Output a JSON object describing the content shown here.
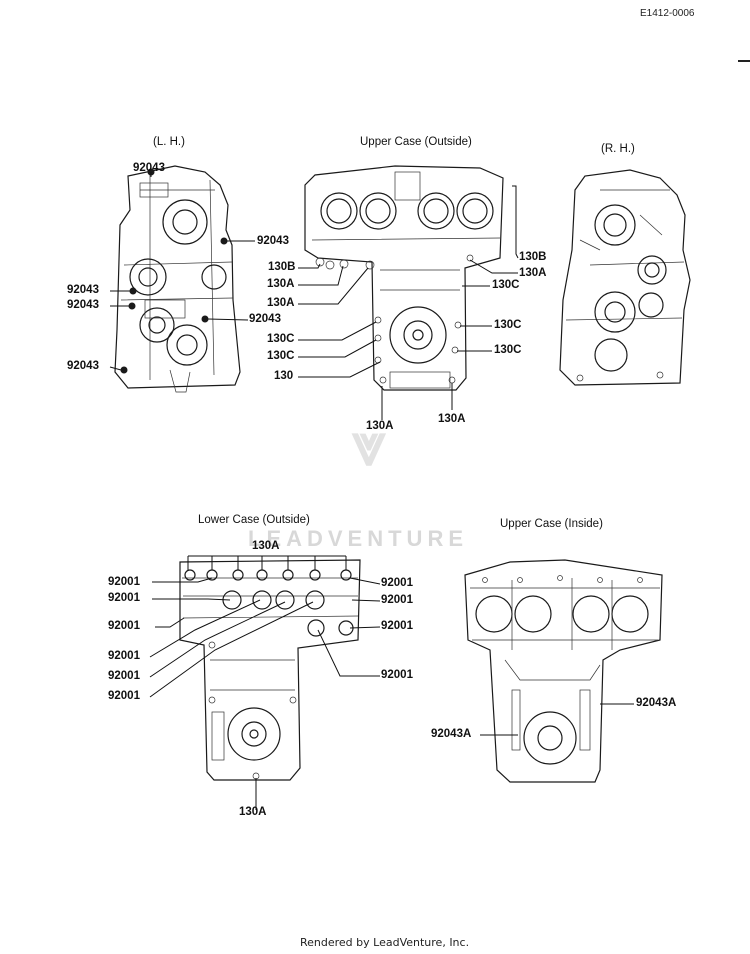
{
  "doc_id": "E1412-0006",
  "footer": "Rendered by LeadVenture, Inc.",
  "watermark": "LEADVENTURE",
  "views": {
    "lh": {
      "title": "(L. H.)",
      "labels": [
        "92043",
        "92043",
        "92043",
        "92043",
        "92043",
        "92043"
      ]
    },
    "upper_outside": {
      "title": "Upper Case (Outside)",
      "labels": [
        "130B",
        "130A",
        "130A",
        "130C",
        "130C",
        "130",
        "130A",
        "130A",
        "130B",
        "130A",
        "130C",
        "130C",
        "130C"
      ]
    },
    "rh": {
      "title": "(R. H.)"
    },
    "lower_outside": {
      "title": "Lower Case (Outside)",
      "labels": [
        "130A",
        "92001",
        "92001",
        "92001",
        "92001",
        "92001",
        "92001",
        "92001",
        "92001",
        "92001",
        "92001",
        "130A"
      ]
    },
    "upper_inside": {
      "title": "Upper Case (Inside)",
      "labels": [
        "92043A",
        "92043A"
      ]
    }
  }
}
